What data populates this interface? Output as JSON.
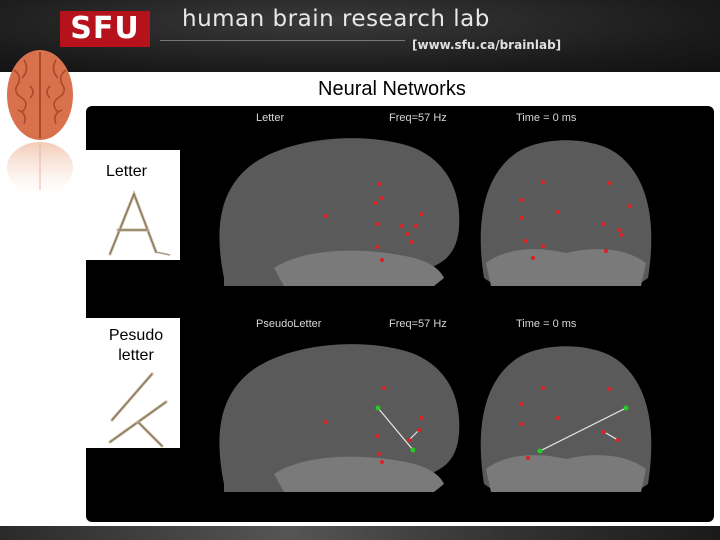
{
  "header": {
    "logo_text": "SFU",
    "lab_name": "human brain research lab",
    "lab_url": "[www.sfu.ca/brainlab]"
  },
  "slide": {
    "title": "Neural Networks"
  },
  "rows": [
    {
      "label": "Letter",
      "label_line2": "",
      "condition": "Letter",
      "frequency": "Freq=57 Hz",
      "time": "Time = 0 ms"
    },
    {
      "label": "Pesudo",
      "label_line2": "letter",
      "condition": "PseudoLetter",
      "frequency": "Freq=57 Hz",
      "time": "Time = 0 ms"
    }
  ],
  "colors": {
    "sfu_red": "#b5121b",
    "node_red": "#e02020",
    "node_green": "#22cc22",
    "brain_gray": "#5a5a5a",
    "brain_light": "#8a8a8a"
  },
  "icons": {
    "brain_logo": "brain-icon",
    "letter_sketch": "letter-a-sketch",
    "pseudo_sketch": "pseudo-letter-sketch"
  }
}
